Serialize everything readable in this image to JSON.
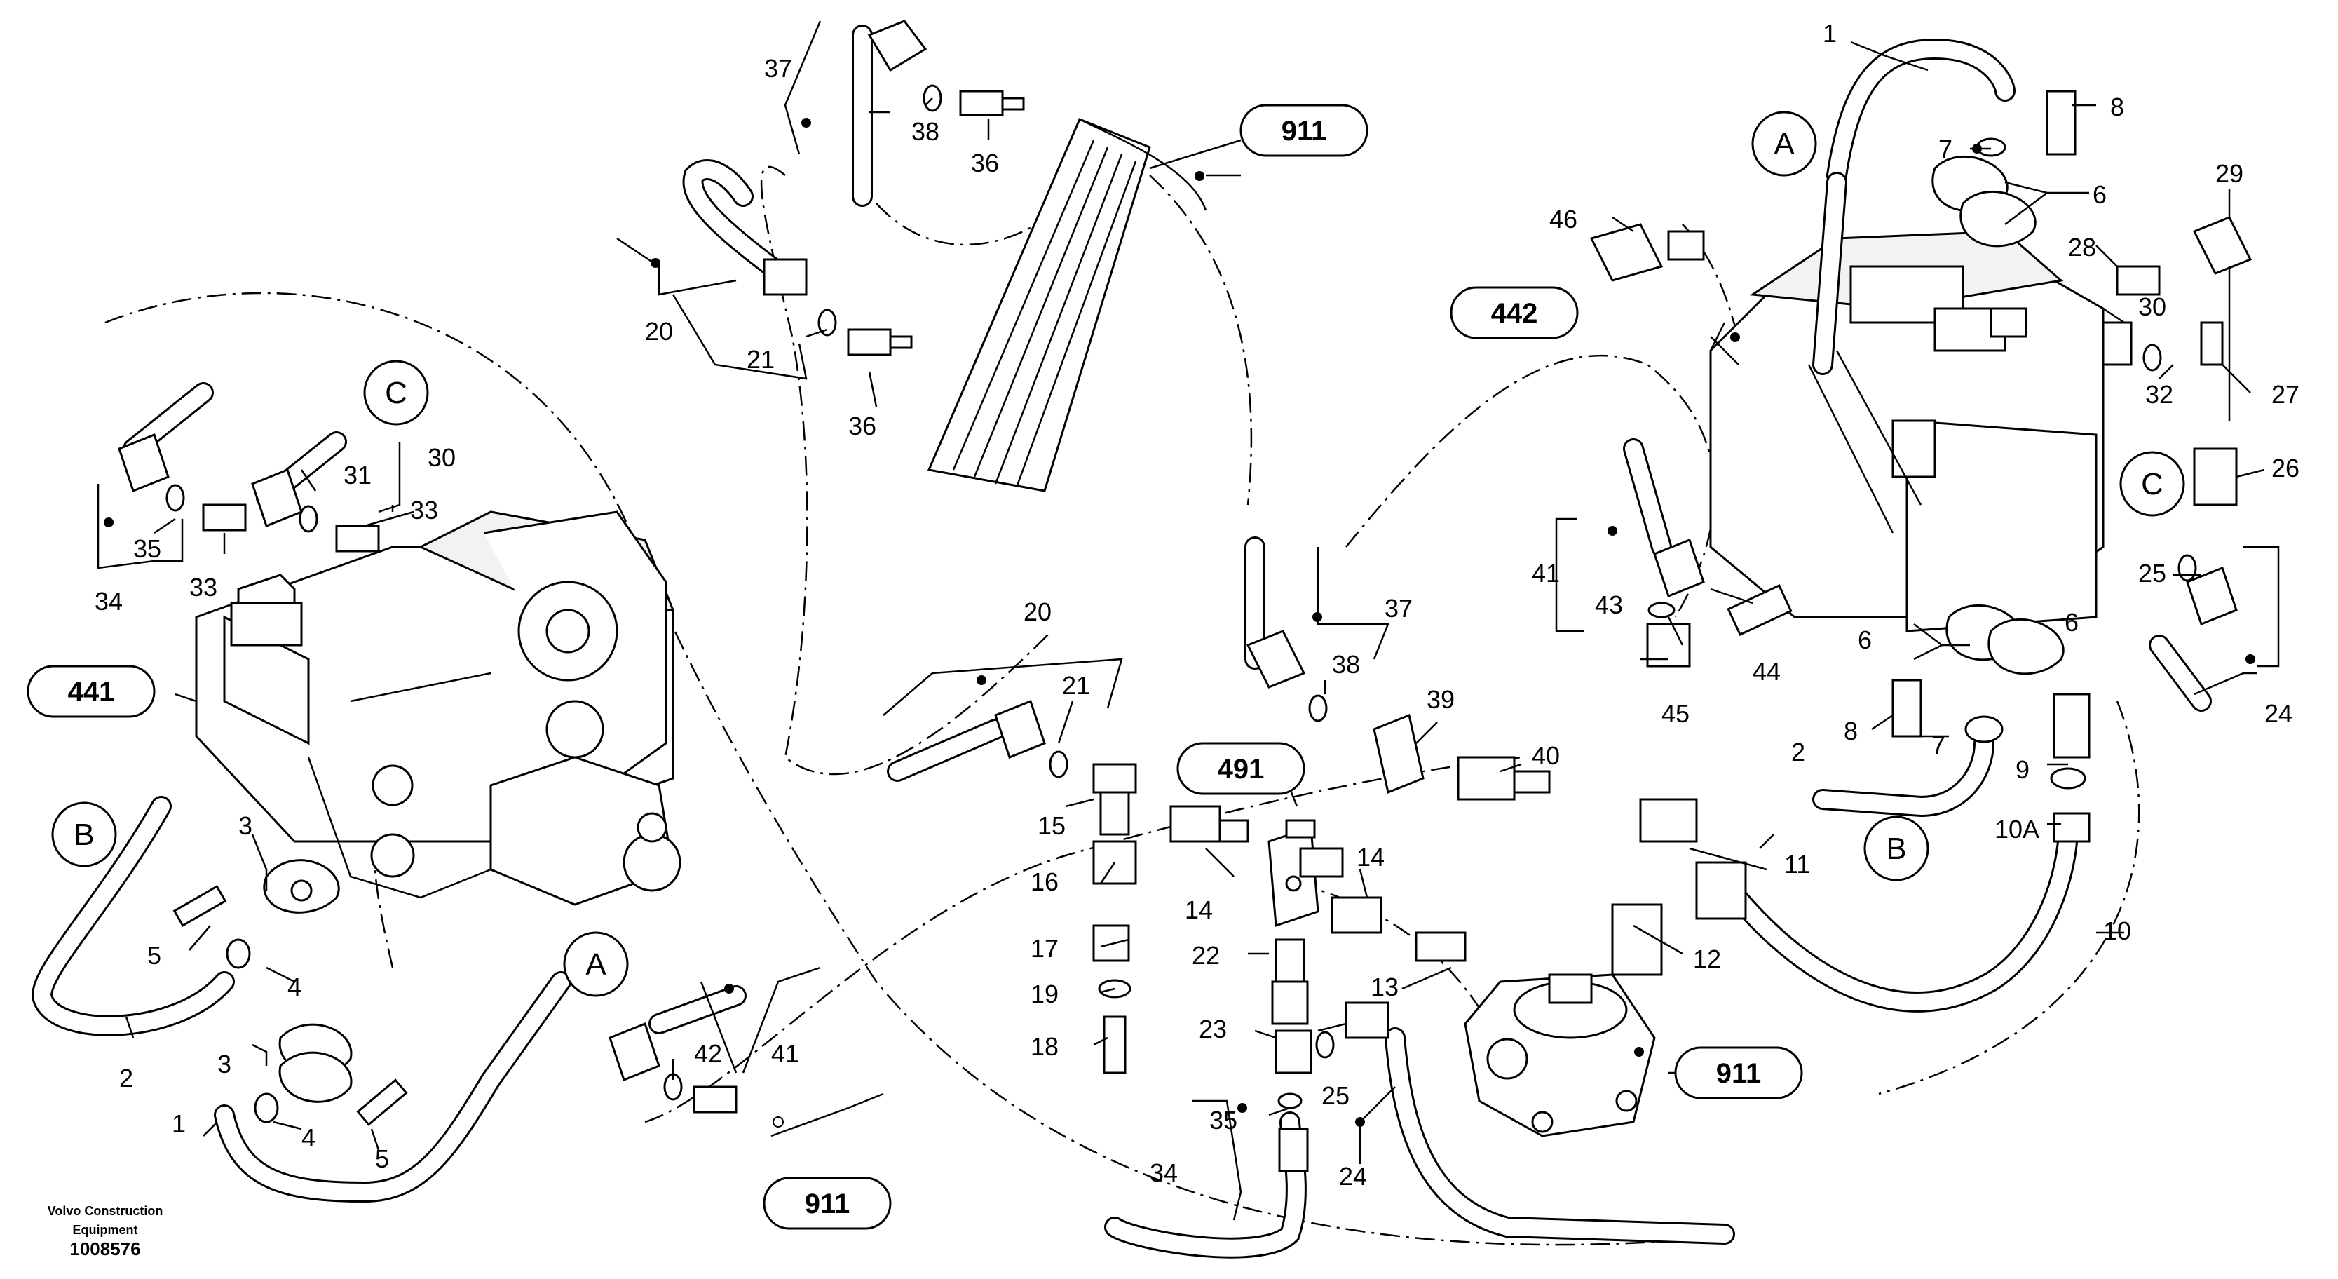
{
  "callouts": {
    "num_1": "1",
    "num_2": "2",
    "num_3": "3",
    "num_4": "4",
    "num_5": "5",
    "num_6": "6",
    "num_7": "7",
    "num_8": "8",
    "num_9": "9",
    "num_10": "10",
    "num_10a": "10A",
    "num_11": "11",
    "num_12": "12",
    "num_13": "13",
    "num_14": "14",
    "num_15": "15",
    "num_16": "16",
    "num_17": "17",
    "num_18": "18",
    "num_19": "19",
    "num_20": "20",
    "num_21": "21",
    "num_22": "22",
    "num_23": "23",
    "num_24": "24",
    "num_25": "25",
    "num_26": "26",
    "num_27": "27",
    "num_28": "28",
    "num_29": "29",
    "num_30": "30",
    "num_31": "31",
    "num_32": "32",
    "num_33": "33",
    "num_34": "34",
    "num_35": "35",
    "num_36": "36",
    "num_37": "37",
    "num_38": "38",
    "num_39": "39",
    "num_40": "40",
    "num_41": "41",
    "num_42": "42",
    "num_43": "43",
    "num_44": "44",
    "num_45": "45",
    "num_46": "46"
  },
  "references": {
    "ref_911": "911",
    "ref_441": "441",
    "ref_442": "442",
    "ref_491": "491"
  },
  "connection_markers": {
    "a": "A",
    "b": "B",
    "c": "C"
  },
  "footer": {
    "brand_line1": "Volvo Construction",
    "brand_line2": "Equipment",
    "drawing_id": "1008576"
  }
}
